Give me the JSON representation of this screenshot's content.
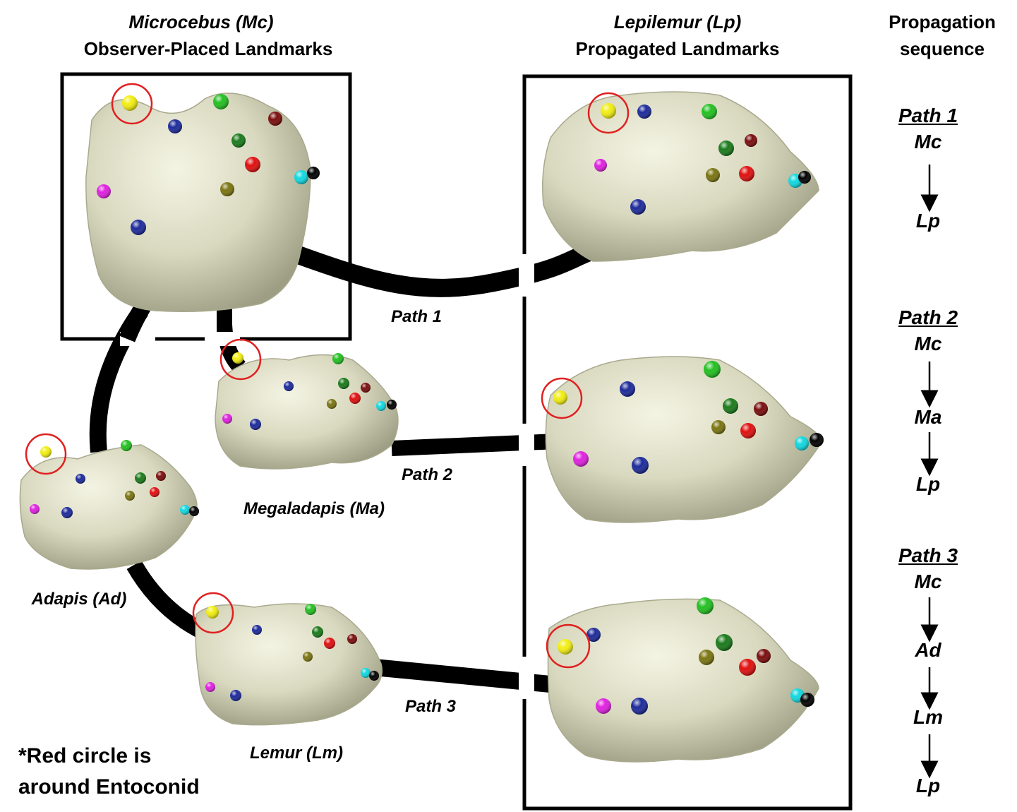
{
  "headers": {
    "microcebus_species": "Microcebus (Mc)",
    "microcebus_sub": "Observer-Placed Landmarks",
    "lepilemur_species": "Lepilemur (Lp)",
    "lepilemur_sub": "Propagated Landmarks",
    "sequence_title_1": "Propagation",
    "sequence_title_2": "sequence"
  },
  "specimens": {
    "megaladapis": "Megaladapis (Ma)",
    "adapis": "Adapis (Ad)",
    "lemur": "Lemur (Lm)"
  },
  "paths": {
    "path1": "Path 1",
    "path2": "Path 2",
    "path3": "Path 3"
  },
  "sequences": [
    {
      "title": "Path 1",
      "steps": [
        "Mc",
        "Lp"
      ]
    },
    {
      "title": "Path 2",
      "steps": [
        "Mc",
        "Ma",
        "Lp"
      ]
    },
    {
      "title": "Path 3",
      "steps": [
        "Mc",
        "Ad",
        "Lm",
        "Lp"
      ]
    }
  ],
  "note": {
    "line1": "*Red circle is",
    "line2": "around Entoconid"
  },
  "colors": {
    "tooth": "#dcdcc4",
    "tooth_shadow": "#a9a98e",
    "path": "#000000",
    "highlight_circle": "#e02020",
    "landmarks": [
      "#f2ee10",
      "#1c2a9a",
      "#22c020",
      "#1a7a1a",
      "#7a0c0c",
      "#e00e0e",
      "#7a7410",
      "#10d8e0",
      "#000000",
      "#e020e0"
    ]
  }
}
